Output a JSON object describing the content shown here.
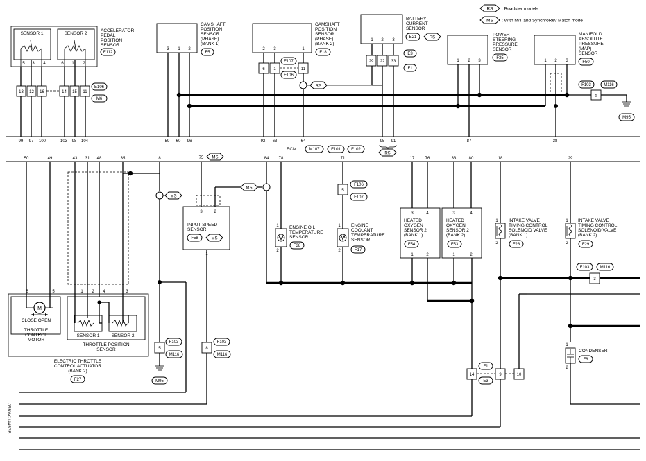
{
  "legend": {
    "rs_tag": "RS",
    "rs_text": ": Roadster models",
    "ms_tag": "MS",
    "ms_text": ": With M/T and SynchroRev Match mode"
  },
  "components": {
    "app_sensor": {
      "sensor1": "SENSOR 1",
      "sensor2": "SENSOR 2",
      "l1": "ACCELERATOR",
      "l2": "PEDAL",
      "l3": "POSITION",
      "l4": "SENSOR",
      "code": "E112",
      "pins": [
        "5",
        "3",
        "4",
        "6",
        "1",
        "2"
      ],
      "conn_pins": [
        "13",
        "12",
        "16",
        "14",
        "15",
        "11"
      ],
      "conn1": "E106",
      "conn2": "M6",
      "ecm_pins": [
        "99",
        "97",
        "100",
        "103",
        "98",
        "104"
      ]
    },
    "cmp_bank1": {
      "l1": "CAMSHAFT",
      "l2": "POSITION",
      "l3": "SENSOR",
      "l4": "(PHASE)",
      "l5": "(BANK 1)",
      "code": "F5",
      "pins": [
        "3",
        "1",
        "2"
      ],
      "ecm_pins": [
        "59",
        "60",
        "96"
      ]
    },
    "cmp_bank2": {
      "l1": "CAMSHAFT",
      "l2": "POSITION",
      "l3": "SENSOR",
      "l4": "(PHASE)",
      "l5": "(BANK 2)",
      "code": "F18",
      "pins": [
        "2",
        "3",
        "1"
      ],
      "conn_pins": [
        "6",
        "1",
        "11"
      ],
      "conn1": "F107",
      "conn2": "F106",
      "rs": "RS",
      "ecm_pins": [
        "92",
        "63",
        "64"
      ]
    },
    "battery_sensor": {
      "l1": "BATTERY",
      "l2": "CURRENT",
      "l3": "SENSOR",
      "code": "E21",
      "rs": "RS",
      "pins": [
        "1",
        "2",
        "3"
      ],
      "conn_pins": [
        "29",
        "22",
        "33"
      ],
      "conn1": "E3",
      "conn2": "F1",
      "ecm_pins": [
        "95",
        "91"
      ],
      "rs_brace": "RS"
    },
    "ps_sensor": {
      "l1": "POWER",
      "l2": "STEERING",
      "l3": "PRESSURE",
      "l4": "SENSOR",
      "code": "F35",
      "pins": [
        "1",
        "2",
        "3"
      ],
      "ecm_pin": "87"
    },
    "map_sensor": {
      "l1": "MANIFOLD",
      "l2": "ABSOLUTE",
      "l3": "PRESSURE",
      "l4": "(MAP)",
      "l5": "SENSOR",
      "code": "F50",
      "pins": [
        "1",
        "2",
        "3"
      ],
      "ecm_pin": "38",
      "conn1": "F103",
      "conn2": "M116",
      "conn_pin": "5",
      "ground": "M95"
    },
    "ecm": {
      "label": "ECM",
      "codes": [
        "M107",
        "F101",
        "F102"
      ]
    },
    "lower_pins": [
      "50",
      "49",
      "43",
      "31",
      "48",
      "35",
      "8",
      "75",
      "84",
      "78",
      "71",
      "17",
      "76",
      "33",
      "80",
      "18",
      "29"
    ],
    "lower_ms": "MS",
    "throttle": {
      "motor_label": "M",
      "close_open": "CLOSE OPEN",
      "m1": "THROTTLE",
      "m2": "CONTROL",
      "m3": "MOTOR",
      "s1": "SENSOR 1",
      "s2": "SENSOR 2",
      "tps1": "THROTTLE POSITION",
      "tps2": "SENSOR",
      "a1": "ELECTRIC THROTTLE",
      "a2": "CONTROL ACTUATOR",
      "a3": "(BANK 2)",
      "code": "F27",
      "pins": [
        "6",
        "5",
        "1",
        "2",
        "4",
        "3"
      ],
      "conn_pin": "5",
      "conn1": "F103",
      "conn2": "M116",
      "ground": "M95",
      "ms": "MS"
    },
    "input_speed": {
      "l1": "INPUT SPEED",
      "l2": "SENSOR",
      "code": "F58",
      "ms": "MS",
      "ms_wire": "MS",
      "pins": [
        "3",
        "2",
        "1"
      ],
      "conn_pin": "8",
      "conn1": "F103",
      "conn2": "M116"
    },
    "oil_temp": {
      "l1": "ENGINE OIL",
      "l2": "TEMPERATURE",
      "l3": "SENSOR",
      "code": "F38",
      "pins": [
        "1",
        "2"
      ]
    },
    "coolant_temp": {
      "l1": "ENGINE",
      "l2": "COOLANT",
      "l3": "TEMPERATURE",
      "l4": "SENSOR",
      "code": "F17",
      "pins": [
        "1",
        "2"
      ],
      "conn_pin": "5",
      "conn1": "F106",
      "conn2": "F107"
    },
    "ho2_bank1": {
      "l1": "HEATED",
      "l2": "OXYGEN",
      "l3": "SENSOR 2",
      "l4": "(BANK 1)",
      "code": "F54",
      "pins": [
        "3",
        "4",
        "1",
        "2"
      ]
    },
    "ho2_bank2": {
      "l1": "HEATED",
      "l2": "OXYGEN",
      "l3": "SENSOR 2",
      "l4": "(BANK 2)",
      "code": "F53",
      "pins": [
        "3",
        "4",
        "1",
        "2"
      ]
    },
    "ivt_bank1": {
      "l1": "INTAKE VALVE",
      "l2": "TIMING CONTROL",
      "l3": "SOLENOID VALVE",
      "l4": "(BANK 1)",
      "code": "F28",
      "pins": [
        "1",
        "2"
      ]
    },
    "ivt_bank2": {
      "l1": "INTAKE VALVE",
      "l2": "TIMING CONTROL",
      "l3": "SOLENOID VALVE",
      "l4": "(BANK 2)",
      "code": "F29",
      "pins": [
        "1",
        "2"
      ],
      "conn1": "F103",
      "conn2": "M116",
      "conn_pin": "3"
    },
    "condenser": {
      "label": "CONDENSER",
      "code": "F8",
      "pins": [
        "1",
        "2"
      ]
    },
    "bottom_conn": {
      "pins": [
        "14",
        "9",
        "10"
      ],
      "conn1": "F1",
      "conn2": "E3"
    },
    "figure_id": "JRBWC1445GB"
  }
}
